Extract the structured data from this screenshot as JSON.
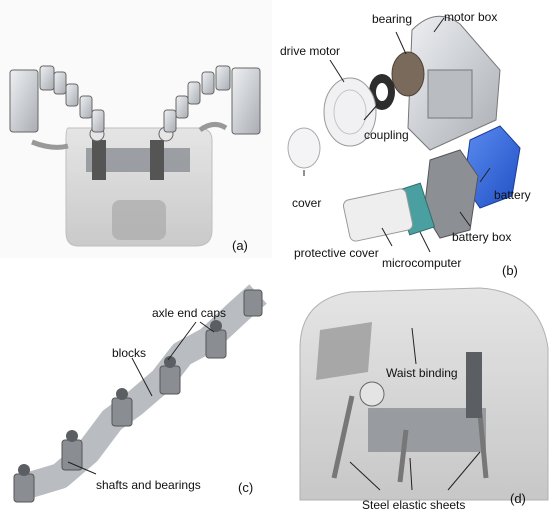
{
  "panels": {
    "a": {
      "tag": "(a)"
    },
    "b": {
      "tag": "(b)",
      "labels": {
        "bearing": "bearing",
        "motor_box": "motor box",
        "drive_motor": "drive motor",
        "coupling": "coupling",
        "battery": "battery",
        "cover": "cover",
        "battery_box": "battery box",
        "protective_cover": "protective cover",
        "microcomputer": "microcomputer"
      }
    },
    "c": {
      "tag": "(c)",
      "labels": {
        "axle_end_caps": "axle end caps",
        "blocks": "blocks",
        "shafts_and_bearings": "shafts and bearings"
      }
    },
    "d": {
      "tag": "(d)",
      "labels": {
        "waist_binding": "Waist binding",
        "steel_elastic_sheets": "Steel elastic sheets"
      }
    }
  },
  "colors": {
    "metal": "#c9ccd1",
    "metal_dark": "#6b6f75",
    "band": "#cfcfcf",
    "battery_blue": "#2a64e0",
    "pcb_teal": "#4aa0a0",
    "label_line": "#222222"
  }
}
